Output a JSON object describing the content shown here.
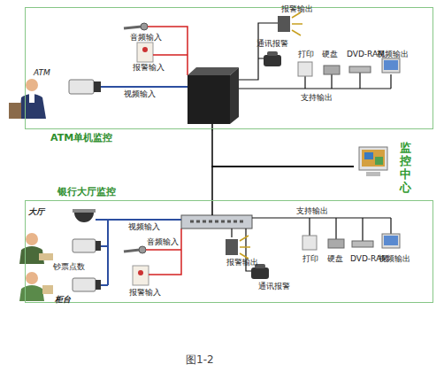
{
  "diagram": {
    "caption": "图1-2",
    "nodes": [
      {
        "text": [
          "ATM单机监控"
        ]
      },
      {
        "text": [
          "监控中心"
        ]
      },
      {
        "text": [
          "银行大厅监控"
        ]
      }
    ],
    "edges": [
      {
        "from": 0,
        "to": 1,
        "arrow": "none"
      },
      {
        "from": 2,
        "to": 1,
        "arrow": "none"
      }
    ],
    "labels": [
      "音频输入",
      "报警输入",
      "报警输出",
      "通讯报警",
      "打印",
      "硬盘",
      "DVD-RAM",
      "视频输出",
      "ATM",
      "视频输入",
      "支持输出",
      "大厅",
      "视频输入",
      "钞票点数",
      "音频输入",
      "柜台",
      "报警输入",
      "支持输出",
      "报警输出",
      "打印",
      "硬盘",
      "DVD-RAM",
      "视频输出",
      "通讯报警"
    ]
  }
}
